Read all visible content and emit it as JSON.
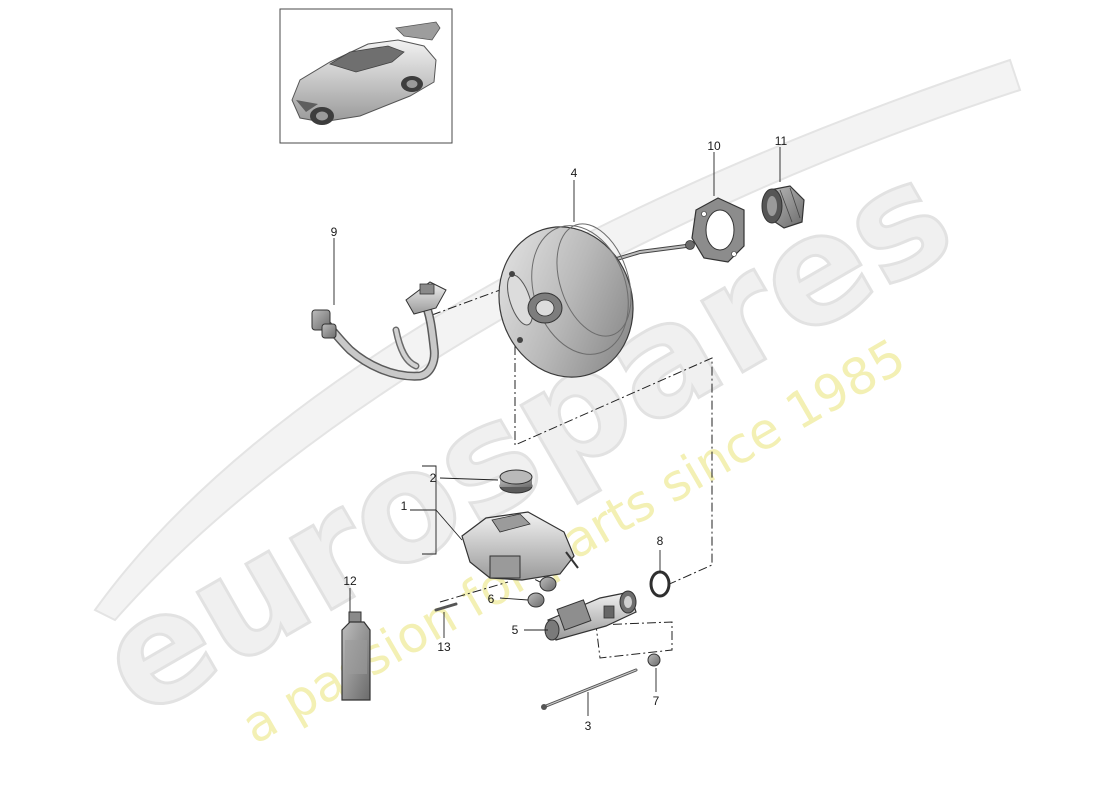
{
  "watermark": {
    "brand": "eurospares",
    "tagline": "a passion for parts since 1985"
  },
  "callouts": [
    {
      "id": "1",
      "text": "1"
    },
    {
      "id": "2",
      "text": "2"
    },
    {
      "id": "3",
      "text": "3"
    },
    {
      "id": "4",
      "text": "4"
    },
    {
      "id": "5",
      "text": "5"
    },
    {
      "id": "6",
      "text": "6"
    },
    {
      "id": "7",
      "text": "7"
    },
    {
      "id": "8",
      "text": "8"
    },
    {
      "id": "9",
      "text": "9"
    },
    {
      "id": "10",
      "text": "10"
    },
    {
      "id": "11",
      "text": "11"
    },
    {
      "id": "12",
      "text": "12"
    },
    {
      "id": "13",
      "text": "13"
    }
  ]
}
